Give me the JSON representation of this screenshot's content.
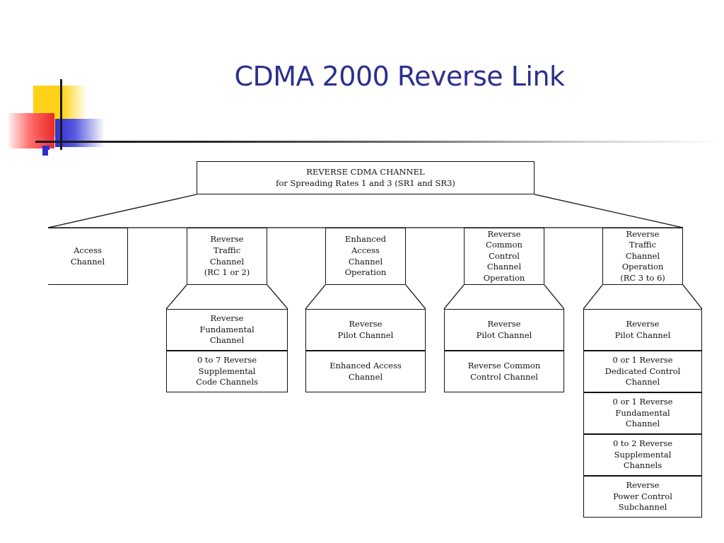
{
  "title": "CDMA 2000 Reverse Link",
  "diagram": {
    "root": "REVERSE CDMA CHANNEL\nfor Spreading Rates 1 and 3 (SR1 and SR3)",
    "channels": [
      "Access\nChannel",
      "Reverse\nTraffic\nChannel\n(RC 1 or 2)",
      "Enhanced\nAccess\nChannel\nOperation",
      "Reverse\nCommon\nControl\nChannel\nOperation",
      "Reverse\nTraffic\nChannel\nOperation\n(RC 3 to 6)"
    ],
    "sub": {
      "rc12": [
        "Reverse\nFundamental\nChannel",
        "0 to 7 Reverse\nSupplemental\nCode Channels"
      ],
      "eacc": [
        "Reverse\nPilot Channel",
        "Enhanced Access\nChannel"
      ],
      "rccc": [
        "Reverse\nPilot Channel",
        "Reverse Common\nControl Channel"
      ],
      "rc36": [
        "Reverse\nPilot Channel",
        "0 or 1 Reverse\nDedicated Control\nChannel",
        "0 or 1 Reverse\nFundamental\nChannel",
        "0 to 2 Reverse\nSupplemental\nChannels",
        "Reverse\nPower Control\nSubchannel"
      ]
    }
  }
}
